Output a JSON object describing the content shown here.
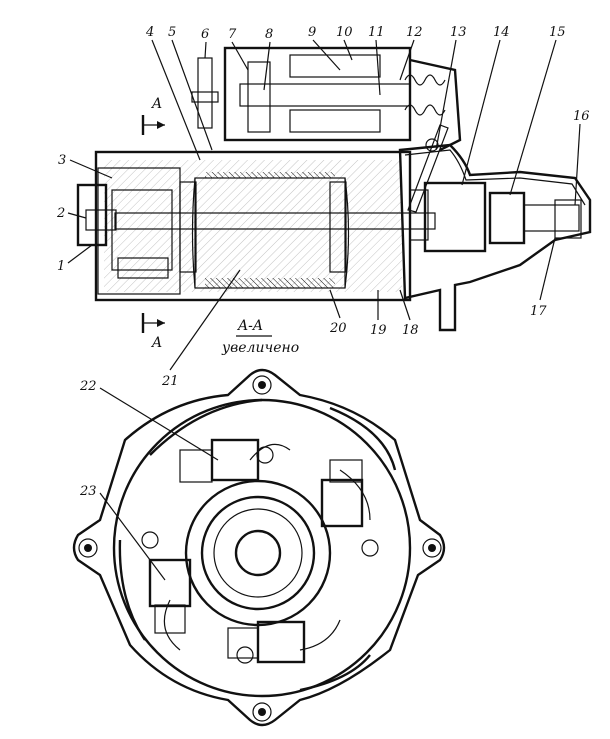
{
  "figure": {
    "callouts": [
      "1",
      "2",
      "3",
      "4",
      "5",
      "6",
      "7",
      "8",
      "9",
      "10",
      "11",
      "12",
      "13",
      "14",
      "15",
      "16",
      "17",
      "18",
      "19",
      "20",
      "21",
      "22",
      "23"
    ],
    "section_marker": "A",
    "section_title": "A-A",
    "section_note": "увеличено"
  }
}
